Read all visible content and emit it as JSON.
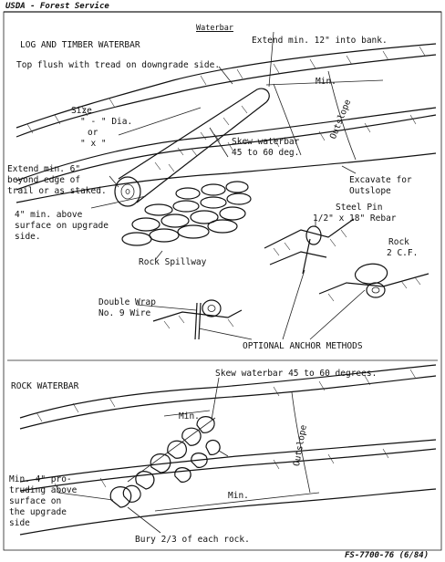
{
  "header": {
    "agency": "USDA - Forest Service",
    "sheet_title": "Waterbar"
  },
  "log_section": {
    "heading": "LOG AND TIMBER WATERBAR",
    "note_flush": "Top flush with tread on downgrade side.",
    "note_extend_bank": "Extend min. 12\" into bank.",
    "min_label": "Min.",
    "outslope_label": "Outslope",
    "size_lines": [
      "Size",
      "\" - \" Dia.",
      "or",
      "\" x \""
    ],
    "skew_lines": [
      "Skew waterbar",
      "45 to 60 deg."
    ],
    "extend_lines": [
      "Extend min. 6\"",
      "beyond edge of",
      "trail or as staked."
    ],
    "above_lines": [
      "4\" min. above",
      "surface on upgrade",
      "side."
    ],
    "excavate_lines": [
      "Excavate for",
      "Outslope"
    ],
    "spillway_label": "Rock Spillway"
  },
  "anchors": {
    "steel_pin_lines": [
      "Steel Pin",
      "1/2\" x 18\" Rebar"
    ],
    "rock_lines": [
      "Rock",
      "2 C.F."
    ],
    "wire_lines": [
      "Double Wrap",
      "No. 9 Wire"
    ],
    "methods_label": "OPTIONAL ANCHOR METHODS"
  },
  "rock_section": {
    "heading": "ROCK WATERBAR",
    "skew_note": "Skew waterbar 45 to 60 degrees.",
    "min_label_upper": "Min.",
    "min_label_lower": "Min.",
    "outslope_label": "Outslope",
    "protrude_lines": [
      "Min. 4\" pro-",
      "truding above",
      "surface on",
      "the upgrade",
      "side"
    ],
    "bury_note": "Bury 2/3 of each rock."
  },
  "footer": {
    "form_number": "FS-7700-76 (6/84)"
  }
}
